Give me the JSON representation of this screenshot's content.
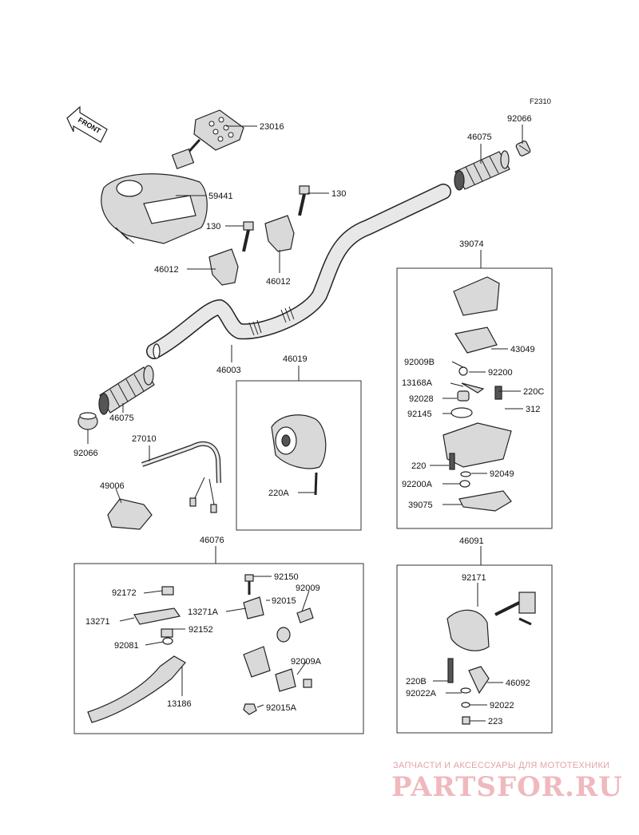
{
  "figure_code": "F2310",
  "front_label": "FRONT",
  "watermark": {
    "tagline": "ЗАПЧАСТИ И АКСЕССУАРЫ ДЛЯ МОТОТЕХНИКИ",
    "brand": "PARTSFOR.RU"
  },
  "groups": {
    "g39074": "39074",
    "g46019": "46019",
    "g46076": "46076",
    "g46091": "46091"
  },
  "parts": {
    "p23016": "23016",
    "p59441": "59441",
    "p130a": "130",
    "p130b": "130",
    "p46012a": "46012",
    "p46012b": "46012",
    "p46003": "46003",
    "p46075a": "46075",
    "p46075b": "46075",
    "p92066a": "92066",
    "p92066b": "92066",
    "p27010": "27010",
    "p49006": "49006",
    "p220A": "220A",
    "p43049": "43049",
    "p92009B": "92009B",
    "p92200": "92200",
    "p13168A": "13168A",
    "p220C": "220C",
    "p92028": "92028",
    "p312": "312",
    "p92145": "92145",
    "p220": "220",
    "p92049": "92049",
    "p92200A": "92200A",
    "p39075": "39075",
    "p92172": "92172",
    "p92150": "92150",
    "p92015": "92015",
    "p92009": "92009",
    "p13271": "13271",
    "p13271A": "13271A",
    "p92152": "92152",
    "p92081": "92081",
    "p92009A": "92009A",
    "p13186": "13186",
    "p92015A": "92015A",
    "p92171": "92171",
    "p220B": "220B",
    "p46092": "46092",
    "p92022A": "92022A",
    "p92022": "92022",
    "p223": "223"
  }
}
